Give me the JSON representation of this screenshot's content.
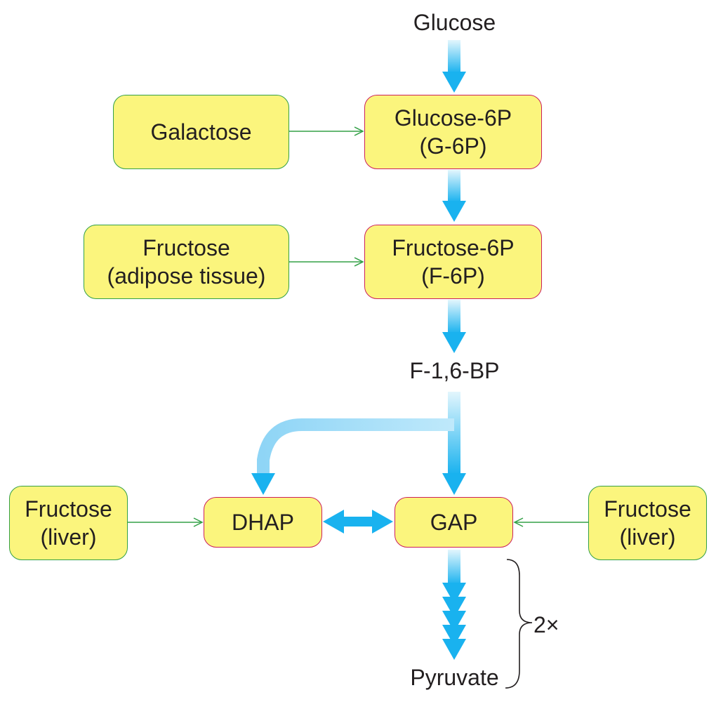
{
  "diagram": {
    "glucose": "Glucose",
    "galactose": "Galactose",
    "g6p": {
      "line1": "Glucose-6P",
      "line2": "(G-6P)"
    },
    "fructose_adipose": {
      "line1": "Fructose",
      "line2": "(adipose tissue)"
    },
    "f6p": {
      "line1": "Fructose-6P",
      "line2": "(F-6P)"
    },
    "f16bp": "F-1,6-BP",
    "fructose_liver_left": {
      "line1": "Fructose",
      "line2": "(liver)"
    },
    "dhap": "DHAP",
    "gap": "GAP",
    "fructose_liver_right": {
      "line1": "Fructose",
      "line2": "(liver)"
    },
    "multiplier": "2×",
    "pyruvate": "Pyruvate"
  },
  "colors": {
    "box_fill": "#fbf57d",
    "green_border": "#33a047",
    "red_border": "#cc1f5b",
    "arrow_blue": "#19b2ef",
    "arrow_light": "#bfe9fb"
  }
}
